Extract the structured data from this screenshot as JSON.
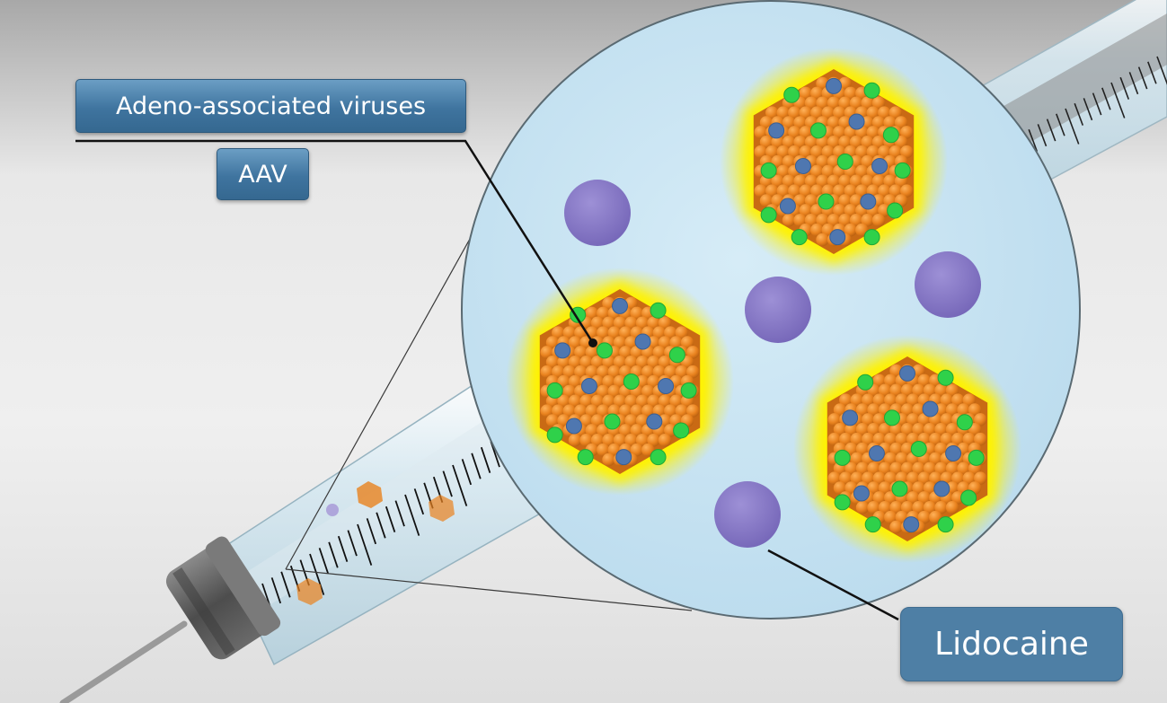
{
  "labels": {
    "aav_full": "Adeno-associated viruses",
    "aav_abbr": "AAV",
    "lidocaine": "Lidocaine"
  },
  "colors": {
    "background_light": "#f2f2f2",
    "background_dark": "#a9a9a9",
    "zoom_fluid": "#c5e1f0",
    "capsid_orange": "#e9821e",
    "capsid_green": "#2fd14a",
    "capsid_blue": "#4f77b0",
    "glow_yellow": "#fff200",
    "lidocaine_purple": "#8a7bc6",
    "label_blue": "#3f749f",
    "cap_gray": "#5b5b5b"
  },
  "icons": [
    "syringe-icon",
    "virus-capsid-icon",
    "lidocaine-molecule-icon",
    "magnifier-circle-icon"
  ]
}
